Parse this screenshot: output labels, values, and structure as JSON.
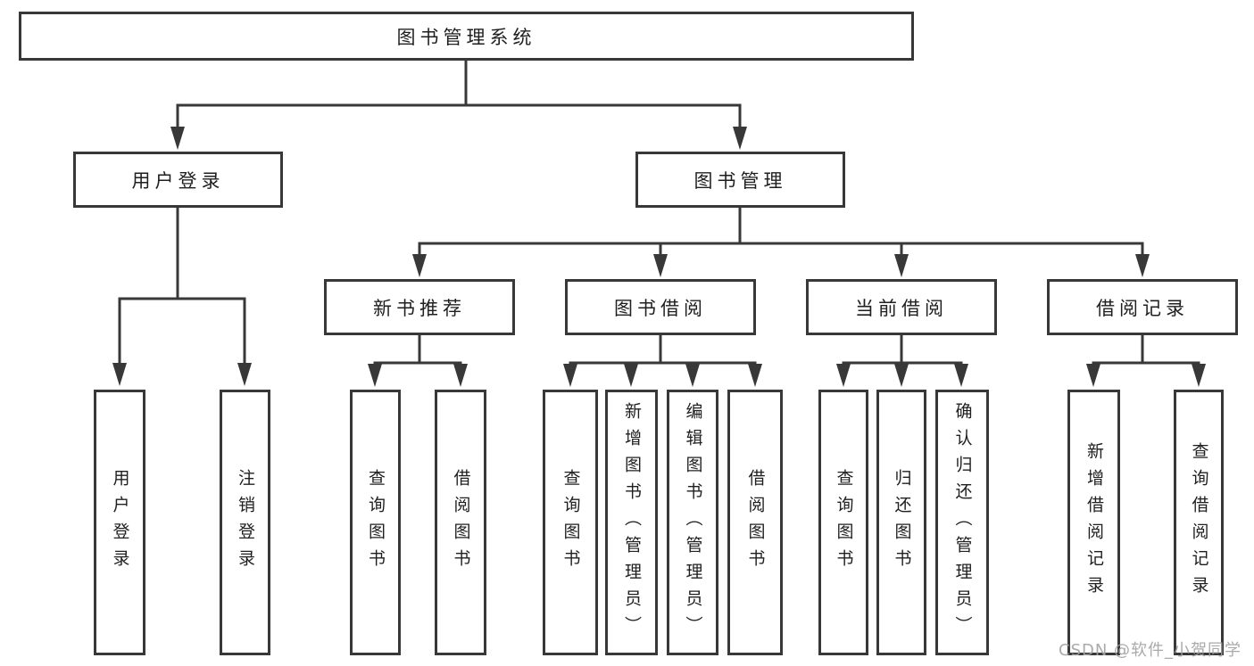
{
  "diagram": {
    "nodes": {
      "root": {
        "label": "图书管理系统"
      },
      "level2": [
        {
          "id": "user-login",
          "label": "用户登录"
        },
        {
          "id": "book-management",
          "label": "图书管理"
        }
      ],
      "level3": [
        {
          "id": "new-book-recommend",
          "label": "新书推荐",
          "parent": "图书管理"
        },
        {
          "id": "book-borrowing",
          "label": "图书借阅",
          "parent": "图书管理"
        },
        {
          "id": "current-borrowing",
          "label": "当前借阅",
          "parent": "图书管理"
        },
        {
          "id": "borrowing-records",
          "label": "借阅记录",
          "parent": "图书管理"
        }
      ],
      "level4": [
        {
          "id": "user-login-action",
          "label": "用户登录",
          "parent": "用户登录"
        },
        {
          "id": "logout-action",
          "label": "注销登录",
          "parent": "用户登录"
        },
        {
          "id": "query-books-recommend",
          "label": "查询图书",
          "parent": "新书推荐"
        },
        {
          "id": "borrow-books-recommend",
          "label": "借阅图书",
          "parent": "新书推荐"
        },
        {
          "id": "query-books-borrowing",
          "label": "查询图书",
          "parent": "图书借阅"
        },
        {
          "id": "add-books-admin",
          "label": "新增图书（管理员）",
          "parent": "图书借阅"
        },
        {
          "id": "edit-books-admin",
          "label": "编辑图书（管理员）",
          "parent": "图书借阅"
        },
        {
          "id": "borrow-books-borrowing",
          "label": "借阅图书",
          "parent": "图书借阅"
        },
        {
          "id": "query-books-current",
          "label": "查询图书",
          "parent": "当前借阅"
        },
        {
          "id": "return-books",
          "label": "归还图书",
          "parent": "当前借阅"
        },
        {
          "id": "confirm-return-admin",
          "label": "确认归还（管理员）",
          "parent": "当前借阅"
        },
        {
          "id": "add-borrow-record",
          "label": "新增借阅记录",
          "parent": "借阅记录"
        },
        {
          "id": "query-borrow-record",
          "label": "查询借阅记录",
          "parent": "借阅记录"
        }
      ]
    },
    "watermark": {
      "text": "CSDN @软件_小贺同学"
    },
    "colors": {
      "line": "#383838",
      "text": "#1f1f1f",
      "watermark": "#a3a3a3",
      "background": "#ffffff"
    }
  }
}
